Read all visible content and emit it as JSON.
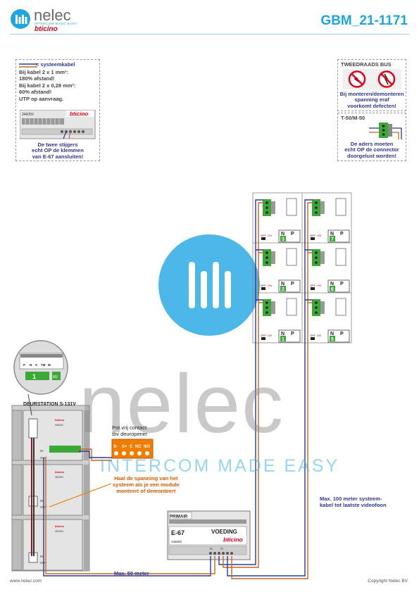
{
  "brand": {
    "name": "nelec",
    "tagline": "INTERCOM MADE EASY",
    "partner": "bticino"
  },
  "doc_code": "GBM_21-1171",
  "colors": {
    "accent": "#1ea6e0",
    "warn": "#e2001a",
    "blue": "#2f3896",
    "orange": "#f07c00",
    "green": "#3aa935"
  },
  "info_left": {
    "legend": "= systeemkabel",
    "lines": [
      "Bij kabel 2 x 1 mm²:",
      "180% afstand!",
      "Bij kabel 2 x 0,28 mm²:",
      "60% afstand!",
      "UTP op aanvraag."
    ],
    "module_code": "346050",
    "note": [
      "De twee stijgers",
      "echt OP de klemmen",
      "van E-67 aansluiten!"
    ]
  },
  "info_right_top": {
    "title": "TWEEDRAADS BUS",
    "note": [
      "Bij monteren/demonteren",
      "spanning eraf",
      "voorkomt defecten!"
    ]
  },
  "info_right_bottom": {
    "title": "T-50/M-50",
    "note": [
      "De aders moeten",
      "echt OP de connector",
      "doorgelust worden!"
    ]
  },
  "phones": [
    {
      "id": "3",
      "off": "OFF",
      "on": "ON"
    },
    {
      "id": "7",
      "off": "OFF",
      "on": "ON"
    },
    {
      "id": "2",
      "off": "OFF",
      "on": "ON"
    },
    {
      "id": "6",
      "off": "OFF",
      "on": "ON"
    },
    {
      "id": "1",
      "off": "OFF",
      "on": "ON"
    },
    {
      "id": "5",
      "off": "OFF",
      "on": "ON"
    }
  ],
  "phone_terms": [
    "N",
    "P"
  ],
  "zoom": {
    "labels": [
      "P",
      "N",
      "S",
      "TM",
      "M"
    ],
    "value": "1",
    "sub": "M2"
  },
  "door_station": {
    "title": "DEURSTATION S-131V",
    "codes": [
      "346202",
      "352000",
      "352000"
    ]
  },
  "contact": {
    "title": "Pot.vrij contact",
    "subtitle": "tbv deuropener",
    "terms": [
      "S-",
      "S+",
      "C",
      "NC",
      "NO"
    ]
  },
  "warning": [
    "Haal de spanning van het",
    "systeem als je een module",
    "monteert of demonteert"
  ],
  "power": {
    "label": "PRIMAIR",
    "name": "E-67",
    "title": "VOEDING",
    "code": "346050",
    "terms": [
      "TK",
      "PI"
    ]
  },
  "distance_short": "Max. 50 meter",
  "distance_long": [
    "Max. 100 meter systeem-",
    "kabel tot laatste videofoon"
  ],
  "footer": {
    "website": "www.nelec.com",
    "copyright": "Copyright Nelec BV"
  }
}
